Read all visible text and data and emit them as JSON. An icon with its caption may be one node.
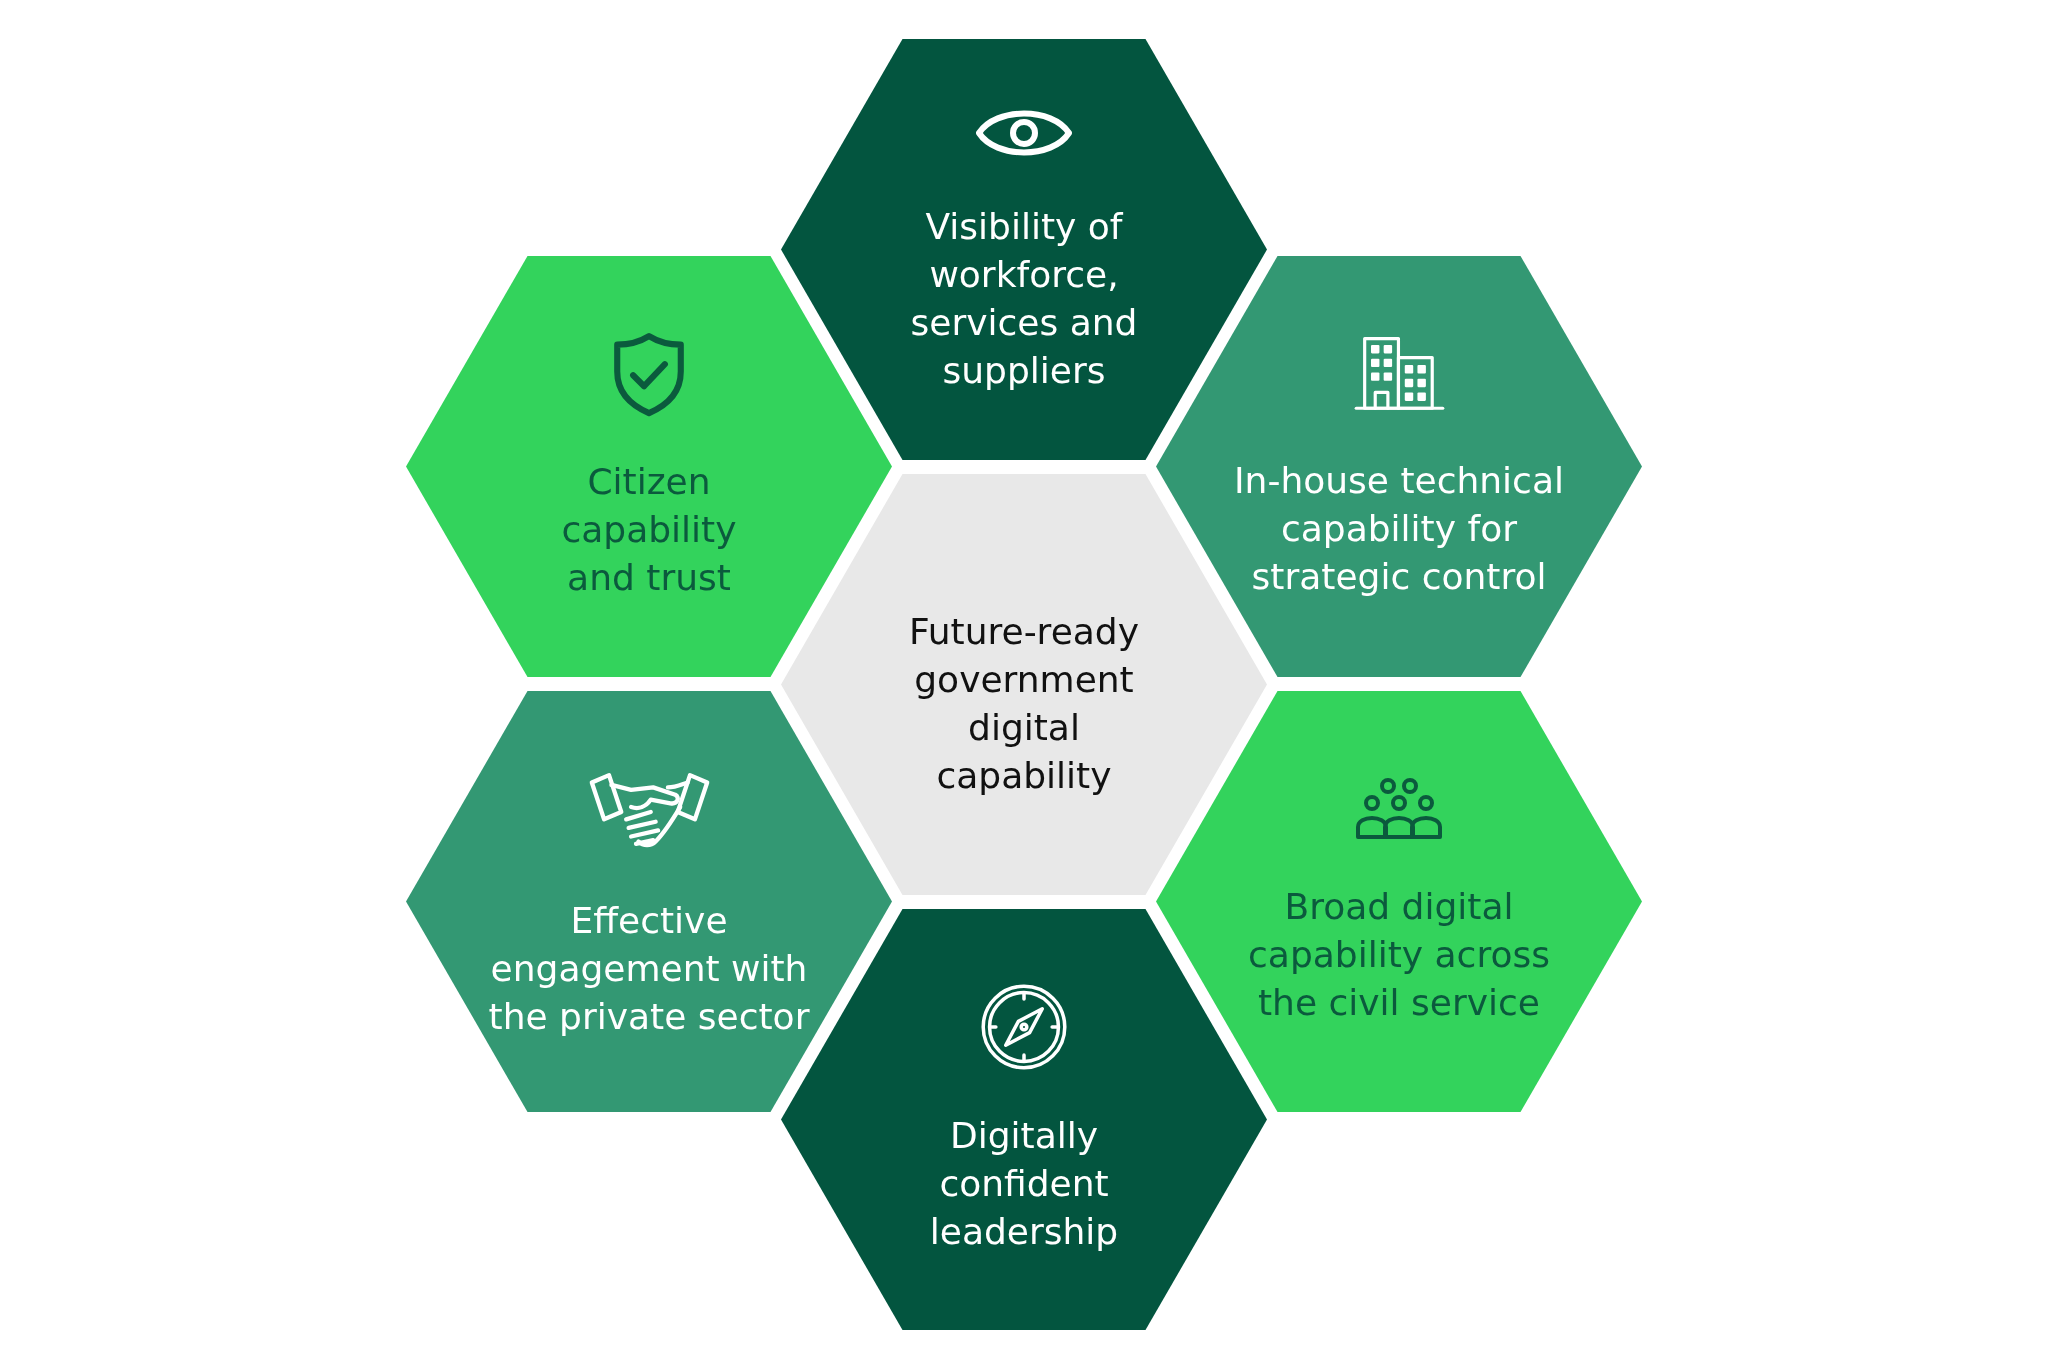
{
  "diagram": {
    "nodes": [
      {
        "text": [
          "Visibility of workforce, services and suppliers"
        ]
      },
      {
        "text": [
          "Citizen capability and trust"
        ]
      },
      {
        "text": [
          "In-house technical capability for strategic control"
        ]
      },
      {
        "text": [
          "Future-ready government digital capability"
        ]
      },
      {
        "text": [
          "Effective engagement with the private sector"
        ]
      },
      {
        "text": [
          "Broad digital capability across the civil service"
        ]
      },
      {
        "text": [
          "Digitally confident leadership"
        ]
      }
    ]
  }
}
